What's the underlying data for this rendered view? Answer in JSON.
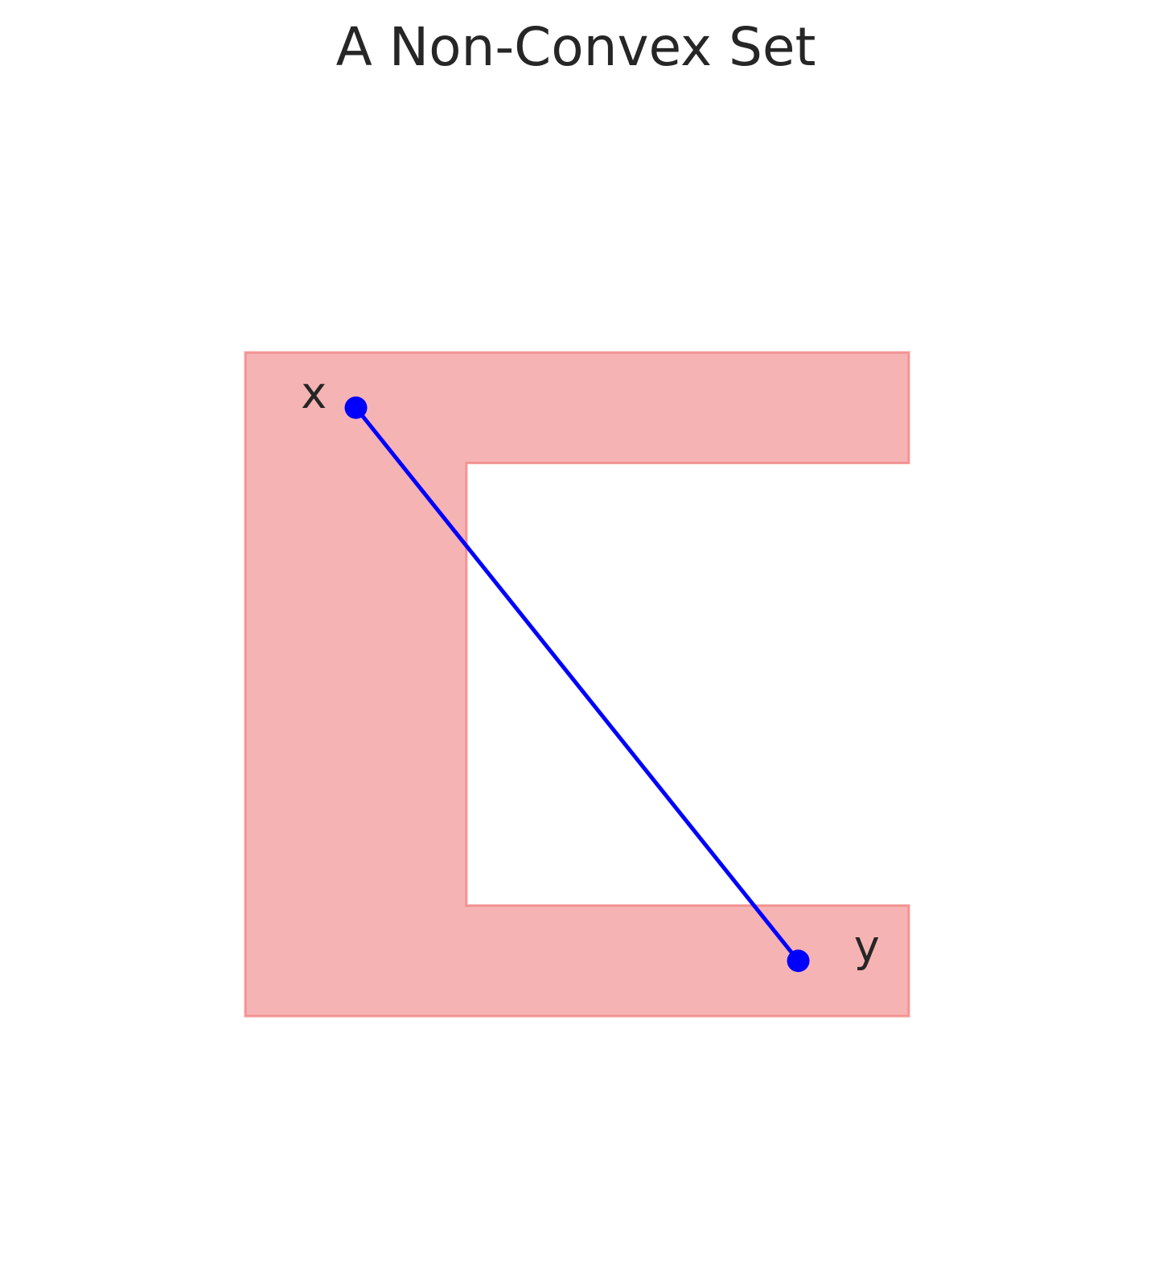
{
  "title": "A Non-Convex Set",
  "colors": {
    "region_fill": "#f08080",
    "region_edge": "#f08080",
    "segment": "#0000ff",
    "text": "#262626"
  },
  "region": {
    "vertices": [
      [
        0,
        0
      ],
      [
        6,
        0
      ],
      [
        6,
        1
      ],
      [
        2,
        1
      ],
      [
        2,
        5
      ],
      [
        6,
        5
      ],
      [
        6,
        6
      ],
      [
        0,
        6
      ]
    ],
    "fill_opacity": 0.6
  },
  "points": [
    {
      "label": "x",
      "x": 1,
      "y": 5.5
    },
    {
      "label": "y",
      "x": 5,
      "y": 0.5
    }
  ]
}
